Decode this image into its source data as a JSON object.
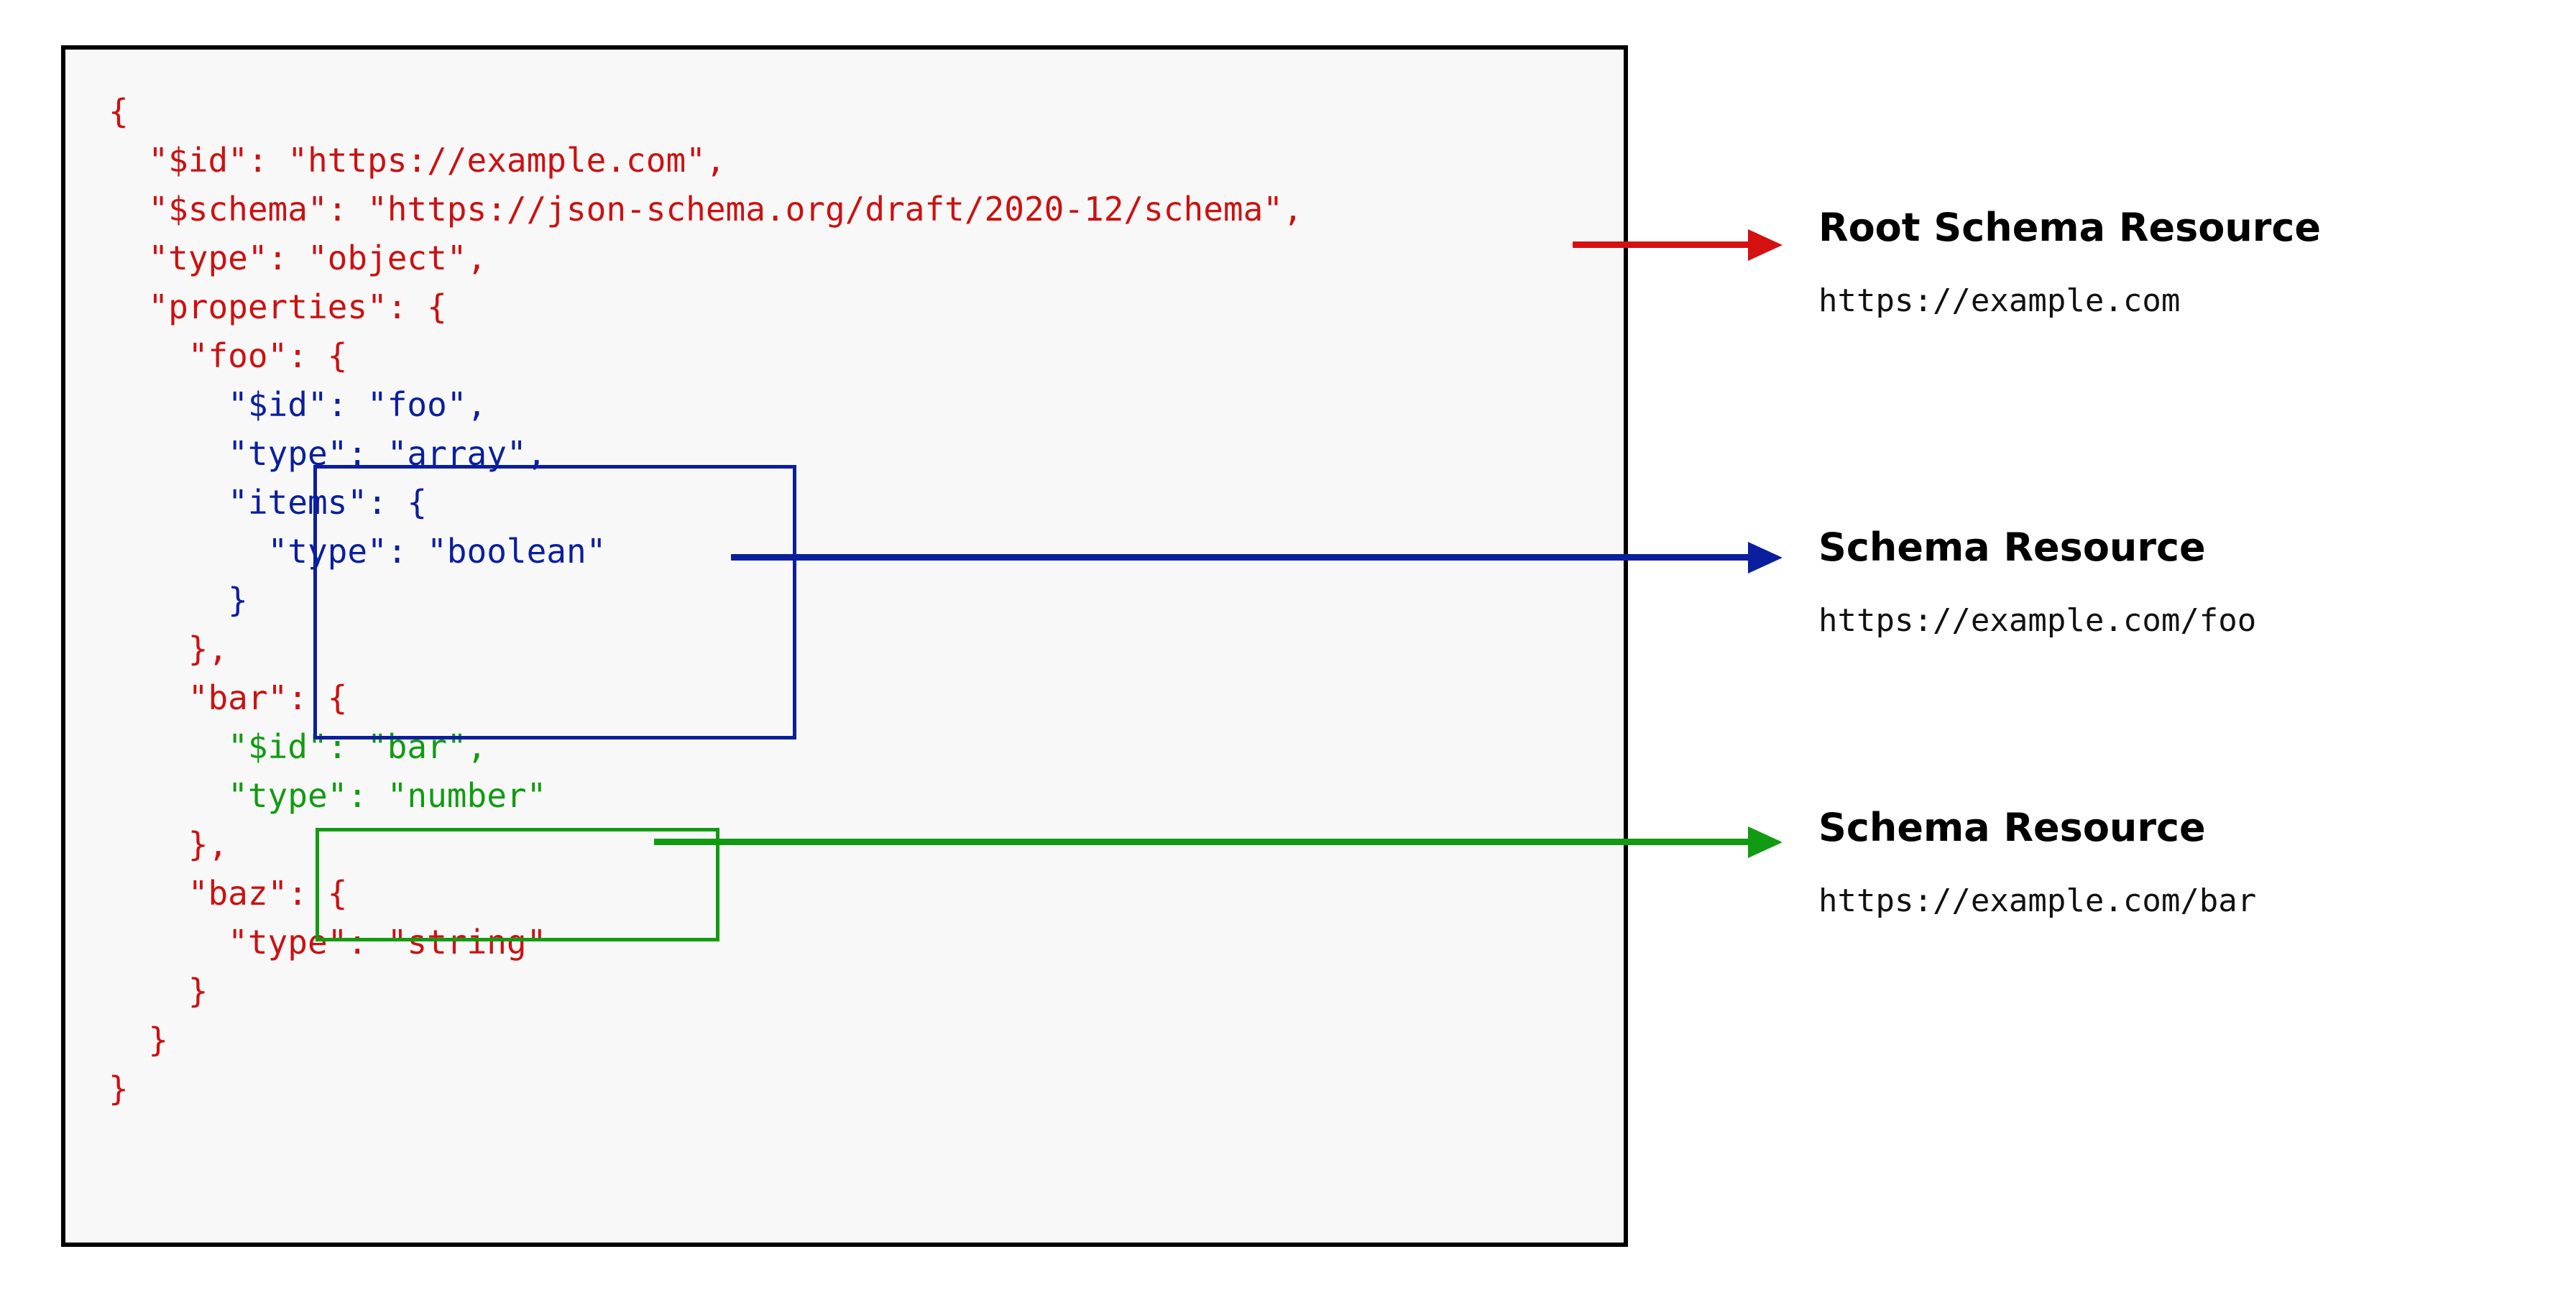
{
  "panel": {
    "code_lines": [
      {
        "indent": 0,
        "segments": [
          {
            "text": "{",
            "color": "red"
          }
        ]
      },
      {
        "indent": 0,
        "segments": [
          {
            "text": "  \"$id\": \"https://example.com\",",
            "color": "red"
          }
        ]
      },
      {
        "indent": 0,
        "segments": [
          {
            "text": "  \"$schema\": \"https://json-schema.org/draft/2020-12/schema\",",
            "color": "red"
          }
        ]
      },
      {
        "indent": 0,
        "segments": [
          {
            "text": "  \"type\": \"object\",",
            "color": "red"
          }
        ]
      },
      {
        "indent": 0,
        "segments": [
          {
            "text": "  \"properties\": {",
            "color": "red"
          }
        ]
      },
      {
        "indent": 0,
        "segments": [
          {
            "text": "    \"foo\": {",
            "color": "red"
          }
        ]
      },
      {
        "indent": 0,
        "segments": [
          {
            "text": "      \"$id\": \"foo\",",
            "color": "blue"
          }
        ]
      },
      {
        "indent": 0,
        "segments": [
          {
            "text": "      \"type\": \"array\",",
            "color": "blue"
          }
        ]
      },
      {
        "indent": 0,
        "segments": [
          {
            "text": "      \"items\": {",
            "color": "blue"
          }
        ]
      },
      {
        "indent": 0,
        "segments": [
          {
            "text": "        \"type\": \"boolean\"",
            "color": "blue"
          }
        ]
      },
      {
        "indent": 0,
        "segments": [
          {
            "text": "      }",
            "color": "blue"
          }
        ]
      },
      {
        "indent": 0,
        "segments": [
          {
            "text": "    },",
            "color": "red"
          }
        ]
      },
      {
        "indent": 0,
        "segments": [
          {
            "text": "    \"bar\": {",
            "color": "red"
          }
        ]
      },
      {
        "indent": 0,
        "segments": [
          {
            "text": "      \"$id\": \"bar\",",
            "color": "green"
          }
        ]
      },
      {
        "indent": 0,
        "segments": [
          {
            "text": "      \"type\": \"number\"",
            "color": "green"
          }
        ]
      },
      {
        "indent": 0,
        "segments": [
          {
            "text": "    },",
            "color": "red"
          }
        ]
      },
      {
        "indent": 0,
        "segments": [
          {
            "text": "    \"baz\": {",
            "color": "red"
          }
        ]
      },
      {
        "indent": 0,
        "segments": [
          {
            "text": "      \"type\": \"string\"",
            "color": "red"
          }
        ]
      },
      {
        "indent": 0,
        "segments": [
          {
            "text": "    }",
            "color": "red"
          }
        ]
      },
      {
        "indent": 0,
        "segments": [
          {
            "text": "  }",
            "color": "red"
          }
        ]
      },
      {
        "indent": 0,
        "segments": [
          {
            "text": "}",
            "color": "red"
          }
        ]
      }
    ],
    "code_text": "{\n  \"$id\": \"https://example.com\",\n  \"$schema\": \"https://json-schema.org/draft/2020-12/schema\",\n  \"type\": \"object\",\n  \"properties\": {\n    \"foo\": {\n      \"$id\": \"foo\",\n      \"type\": \"array\",\n      \"items\": {\n        \"type\": \"boolean\"\n      }\n    },\n    \"bar\": {\n      \"$id\": \"bar\",\n      \"type\": \"number\"\n    },\n    \"baz\": {\n      \"type\": \"string\"\n    }\n  }\n}"
  },
  "highlights": {
    "foo": {
      "label": "foo-schema-resource-box",
      "color": "#0a1f9e"
    },
    "bar": {
      "label": "bar-schema-resource-box",
      "color": "#129b12"
    }
  },
  "annotations": [
    {
      "title": "Root Schema Resource",
      "url": "https://example.com",
      "color": "#d41010"
    },
    {
      "title": "Schema Resource",
      "url": "https://example.com/foo",
      "color": "#0a1f9e"
    },
    {
      "title": "Schema Resource",
      "url": "https://example.com/bar",
      "color": "#129b12"
    }
  ],
  "colors": {
    "code_red": "#cc1111",
    "code_blue": "#0a1f9e",
    "code_green": "#129b12",
    "arrow_red": "#d41010",
    "panel_bg": "#f8f8f8",
    "panel_border": "#000000",
    "page_bg": "#ffffff"
  }
}
